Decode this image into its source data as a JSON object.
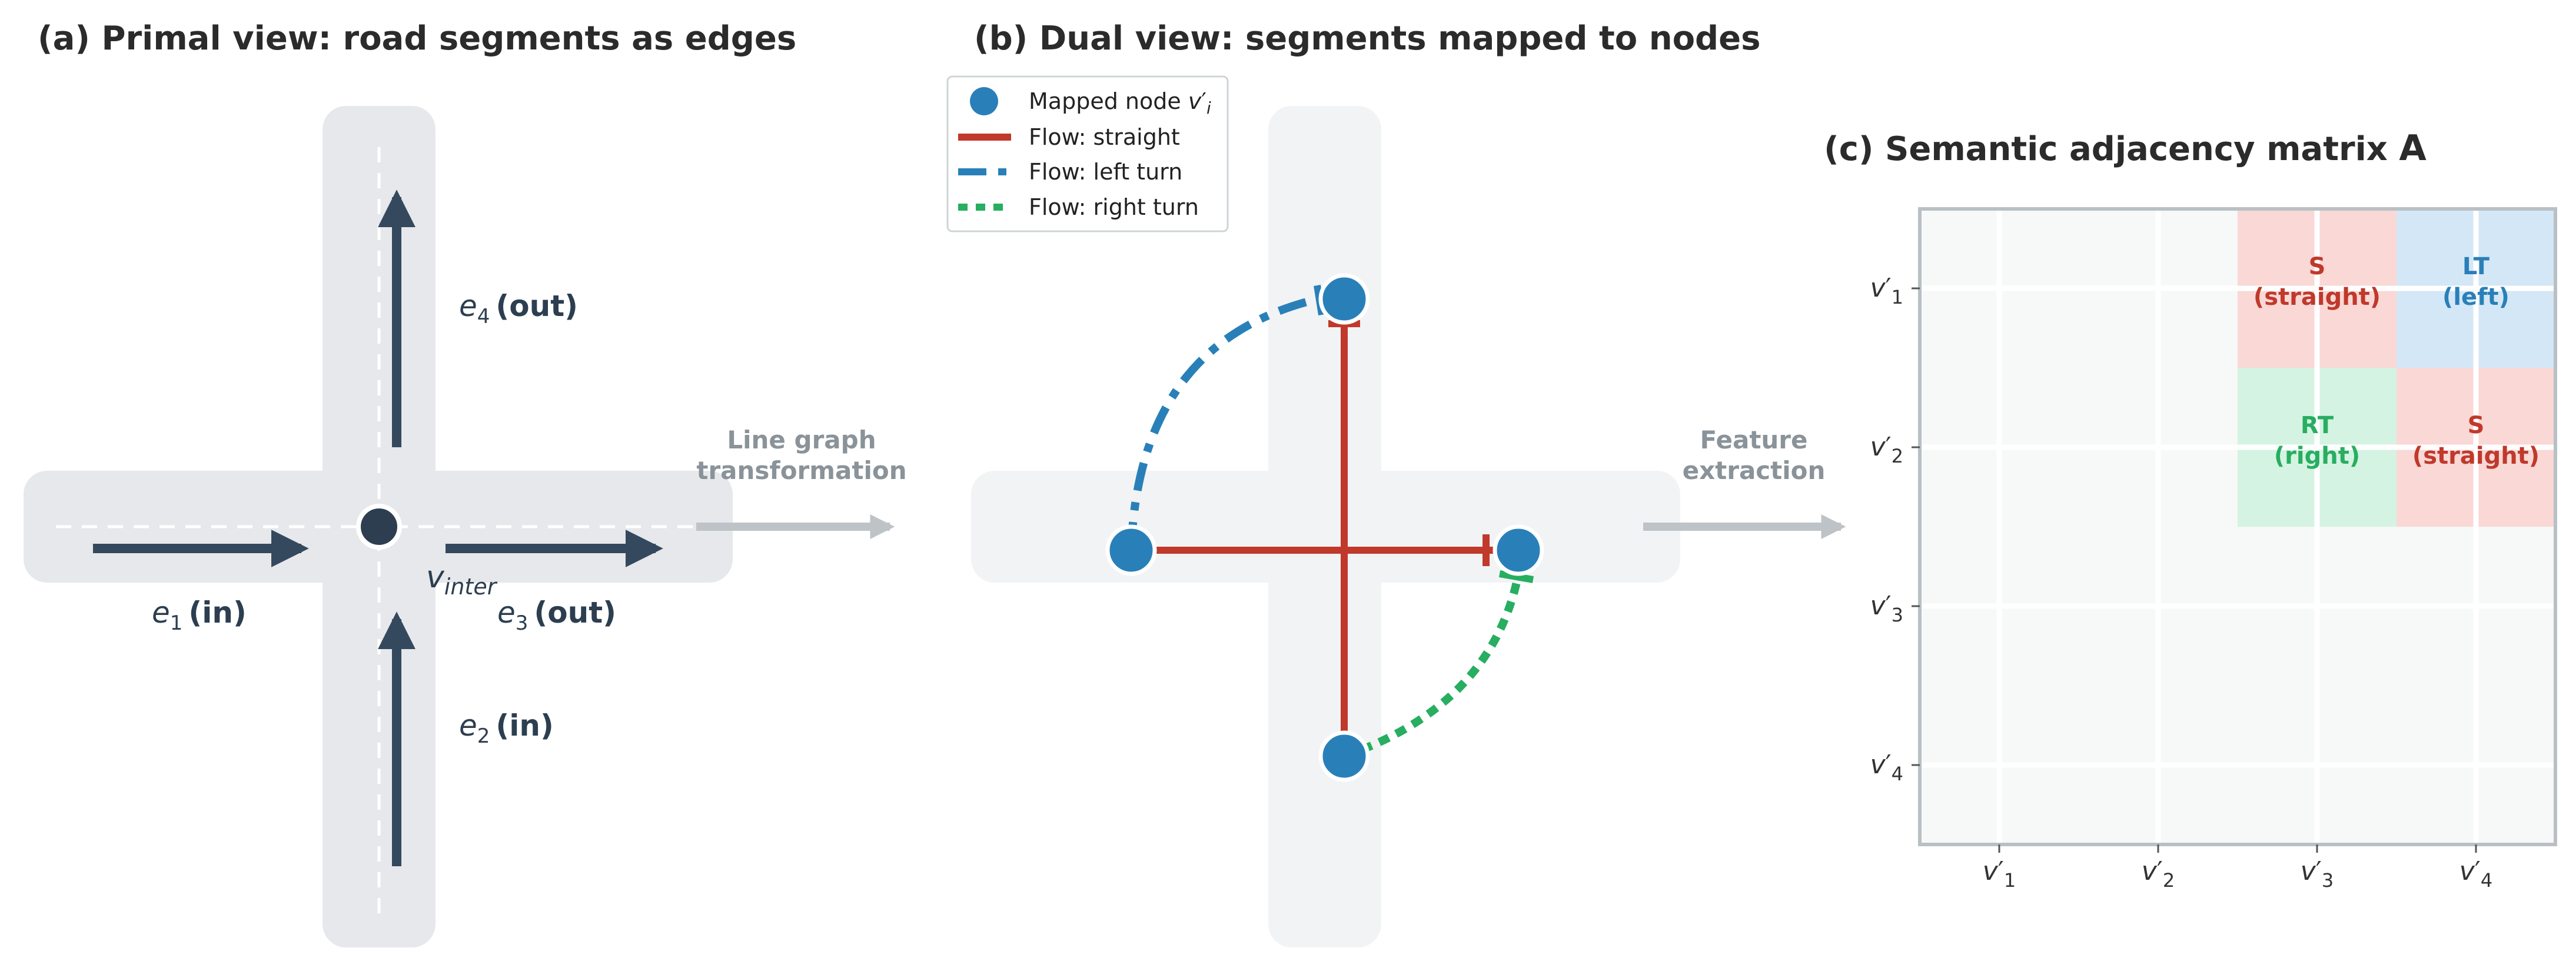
{
  "colors": {
    "road_primal": "#e6e8eb",
    "road_dual": "#f2f3f5",
    "edge_arrow": "#34495e",
    "node": "#2980b9",
    "straight": "#c0392b",
    "left": "#2980b9",
    "right": "#27ae60",
    "transform_arrow": "#bdc3c7",
    "matrix_bg": "#f7f8f8",
    "matrix_border": "#b9c0c4",
    "cell_straight": "#f9d8d6",
    "cell_left": "#d4e7f6",
    "cell_right": "#d5f3e2"
  },
  "panel_a": {
    "title": "(a) Primal view: road segments as edges",
    "inter_label": {
      "base": "v",
      "sub": "inter"
    },
    "edges": [
      {
        "id": "e1",
        "base": "e",
        "sub": "1",
        "role": "(in)"
      },
      {
        "id": "e2",
        "base": "e",
        "sub": "2",
        "role": "(in)"
      },
      {
        "id": "e3",
        "base": "e",
        "sub": "3",
        "role": "(out)"
      },
      {
        "id": "e4",
        "base": "e",
        "sub": "4",
        "role": "(out)"
      }
    ]
  },
  "transform_1": {
    "line1": "Line graph",
    "line2": "transformation"
  },
  "panel_b": {
    "title": "(b) Dual view: segments mapped to nodes",
    "legend": {
      "node_text": "Mapped node ",
      "node_symbol": {
        "base": "v",
        "prime": "′",
        "sub": "i"
      },
      "straight": "Flow: straight",
      "left": "Flow: left turn",
      "right": "Flow: right turn"
    }
  },
  "transform_2": {
    "line1": "Feature",
    "line2": "extraction"
  },
  "panel_c": {
    "title": "(c) Semantic adjacency matrix ",
    "title_symbol": "A",
    "row_labels": [
      {
        "base": "v",
        "prime": "′",
        "sub": "1"
      },
      {
        "base": "v",
        "prime": "′",
        "sub": "2"
      },
      {
        "base": "v",
        "prime": "′",
        "sub": "3"
      },
      {
        "base": "v",
        "prime": "′",
        "sub": "4"
      }
    ],
    "col_labels": [
      {
        "base": "v",
        "prime": "′",
        "sub": "1"
      },
      {
        "base": "v",
        "prime": "′",
        "sub": "2"
      },
      {
        "base": "v",
        "prime": "′",
        "sub": "3"
      },
      {
        "base": "v",
        "prime": "′",
        "sub": "4"
      }
    ],
    "cells": [
      {
        "row": 1,
        "col": 3,
        "type": "straight",
        "line1": "S",
        "line2": "(straight)"
      },
      {
        "row": 1,
        "col": 4,
        "type": "left",
        "line1": "LT",
        "line2": "(left)"
      },
      {
        "row": 2,
        "col": 3,
        "type": "right",
        "line1": "RT",
        "line2": "(right)"
      },
      {
        "row": 2,
        "col": 4,
        "type": "straight",
        "line1": "S",
        "line2": "(straight)"
      }
    ]
  }
}
